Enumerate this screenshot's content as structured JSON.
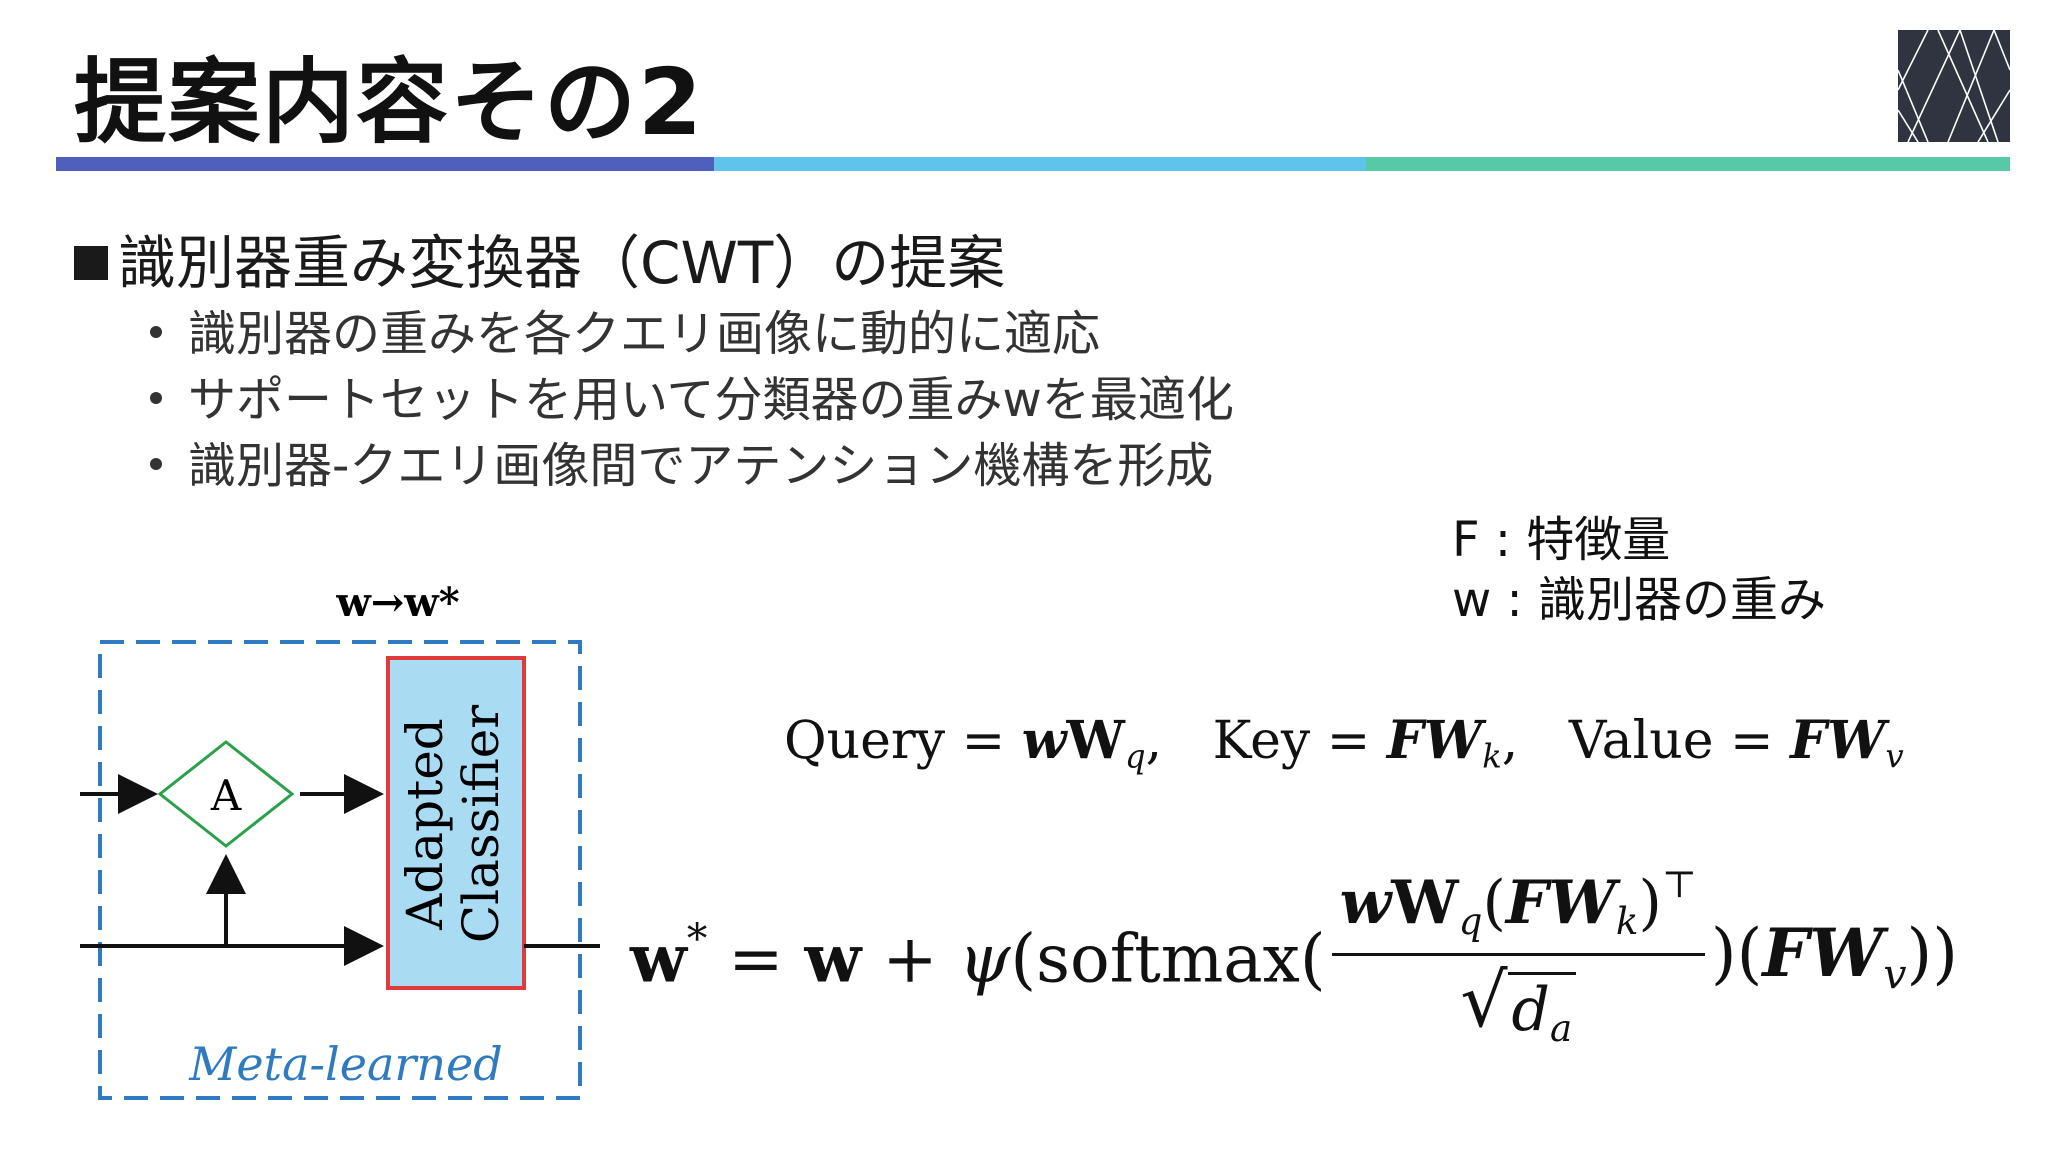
{
  "slide": {
    "title": "提案内容その2",
    "rule_colors": [
      "#4f5fbd",
      "#5ec4ec",
      "#57c9a6"
    ],
    "logo_color": "#2f3440"
  },
  "content": {
    "heading": "識別器重み変換器（CWT）の提案",
    "bullets": [
      "識別器の重みを各クエリ画像に動的に適応",
      "サポートセットを用いて分類器の重みwを最適化",
      "識別器-クエリ画像間でアテンション機構を形成"
    ]
  },
  "legend": {
    "f": "F : 特徴量",
    "w": "w : 識別器の重み"
  },
  "diagram": {
    "top_label": "w→w*",
    "diamond_label": "A",
    "classifier_label_line1": "Adapted",
    "classifier_label_line2": "Classifier",
    "bottom_label": "Meta-learned",
    "box_color": "#2f7bc0",
    "classifier_fill": "#a9dcf2",
    "classifier_border": "#e03a3a",
    "diamond_color": "#2aa04a"
  },
  "equations": {
    "attention": {
      "query_label": "Query",
      "key_label": "Key",
      "value_label": "Value"
    },
    "update": {
      "softmax_label": "softmax"
    }
  }
}
